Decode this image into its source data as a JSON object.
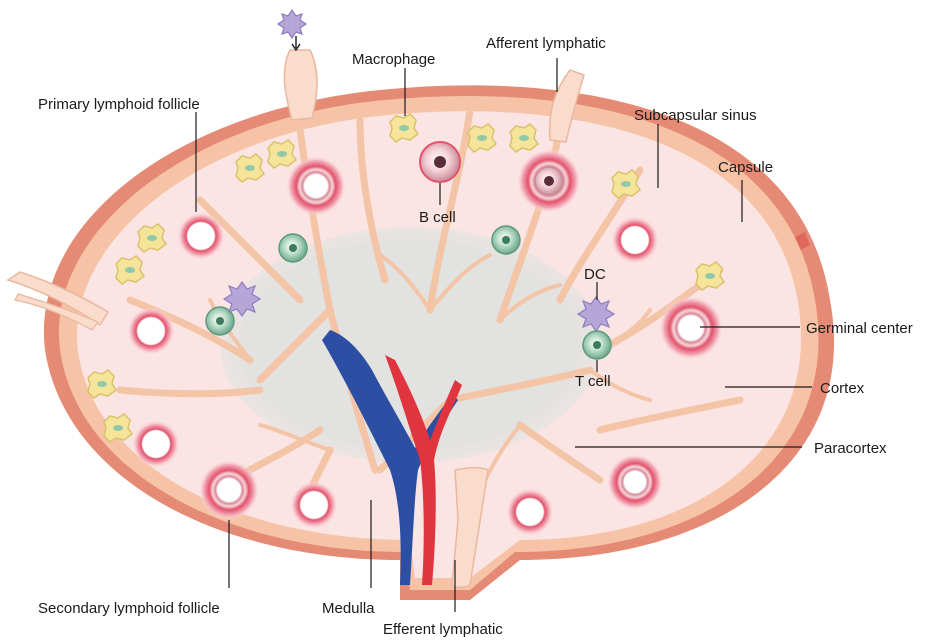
{
  "labels": {
    "primary_follicle": "Primary lymphoid follicle",
    "macrophage": "Macrophage",
    "afferent_lymphatic": "Afferent lymphatic",
    "subcapsular_sinus": "Subcapsular sinus",
    "capsule": "Capsule",
    "b_cell": "B cell",
    "dc": "DC",
    "germinal_center": "Germinal center",
    "t_cell": "T cell",
    "cortex": "Cortex",
    "paracortex": "Paracortex",
    "secondary_follicle": "Secondary lymphoid follicle",
    "medulla": "Medulla",
    "efferent_lymphatic": "Efferent lymphatic"
  },
  "colors": {
    "capsule": "#e58a74",
    "capsule_edge": "#d9725c",
    "sinus": "#f6c3a6",
    "cortex": "#fbe4e4",
    "paracortex": "#e3e3e1",
    "trabecula": "#f4c4a6",
    "follicle_ring": "#e87a90",
    "vein": "#2d4fa3",
    "artery": "#e0353f",
    "t_cell": "#8dc3a8",
    "macrophage": "#f5e49a",
    "dendritic": "#b6a6d8"
  }
}
